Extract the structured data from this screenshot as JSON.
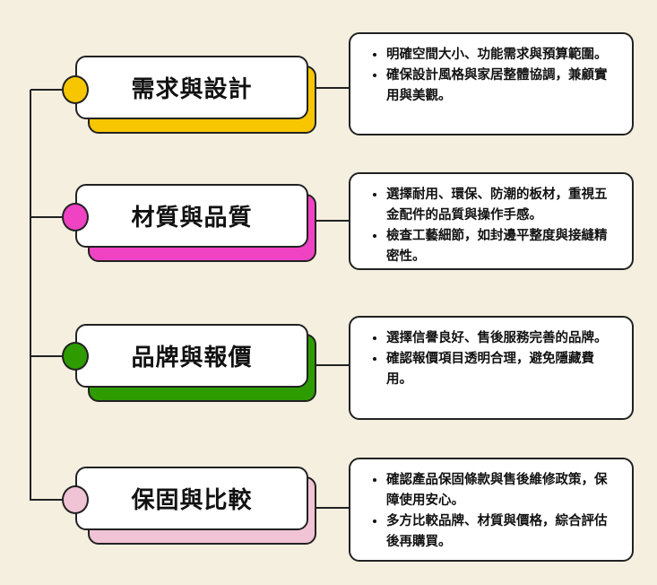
{
  "topics": [
    {
      "title": "需求與設計",
      "color": "#f7c600",
      "bullets": [
        "明確空間大小、功能需求與預算範圍。",
        "確保設計風格與家居整體協調，兼顧實用與美觀。"
      ]
    },
    {
      "title": "材質與品質",
      "color": "#f043c3",
      "bullets": [
        "選擇耐用、環保、防潮的板材，重視五金配件的品質與操作手感。",
        "檢查工藝細節，如封邊平整度與接縫精密性。"
      ]
    },
    {
      "title": "品牌與報價",
      "color": "#2e9c00",
      "bullets": [
        "選擇信譽良好、售後服務完善的品牌。",
        "確認報價項目透明合理，避免隱藏費用。"
      ]
    },
    {
      "title": "保固與比較",
      "color": "#f0c4d4",
      "bullets": [
        "確認產品保固條款與售後維修政策，保障使用安心。",
        "多方比較品牌、材質與價格，綜合評估後再購買。"
      ]
    }
  ]
}
